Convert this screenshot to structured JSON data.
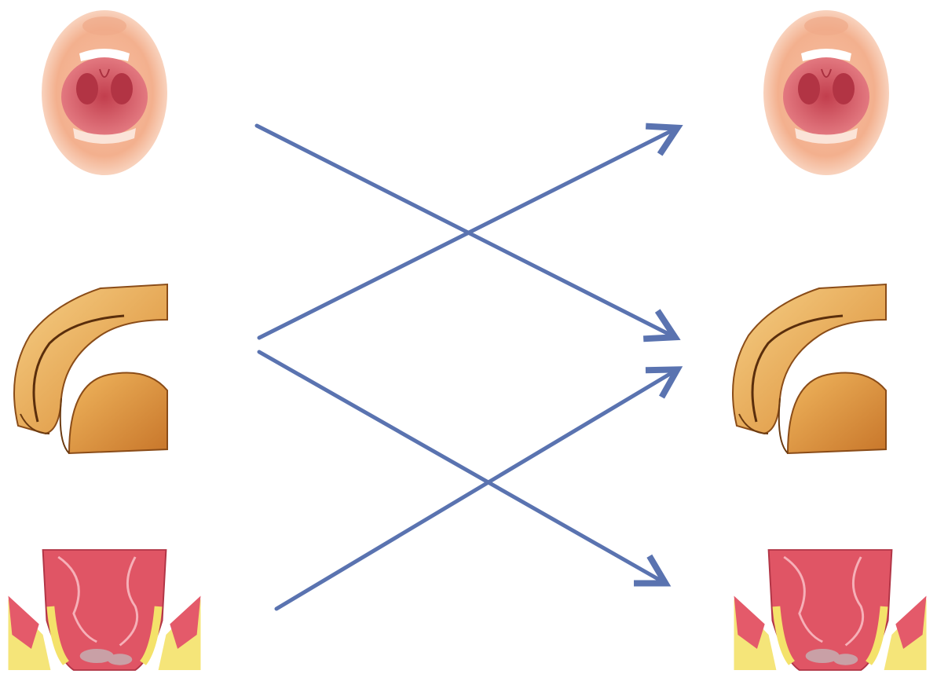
{
  "colors": {
    "background": "#ffffff",
    "arrow": "#5a73b0",
    "skin": "#f3b08e",
    "skin_light": "#fbd8c3",
    "mouth_inner": "#d9545b",
    "throat": "#b8384a",
    "genital_base": "#e3a14a",
    "genital_light": "#f6cf86",
    "genital_outline": "#6b3a10",
    "rectal_tissue": "#e45a6a",
    "rectal_fat": "#f4e26a"
  },
  "rows": [
    {
      "name": "oral",
      "icon": "mouth-throat-icon"
    },
    {
      "name": "genital",
      "icon": "genital-icon"
    },
    {
      "name": "anal",
      "icon": "anorectal-icon"
    }
  ],
  "arrows": [
    {
      "from": "oral",
      "to": "genital"
    },
    {
      "from": "genital",
      "to": "oral"
    },
    {
      "from": "genital",
      "to": "anal"
    },
    {
      "from": "anal",
      "to": "genital"
    }
  ]
}
